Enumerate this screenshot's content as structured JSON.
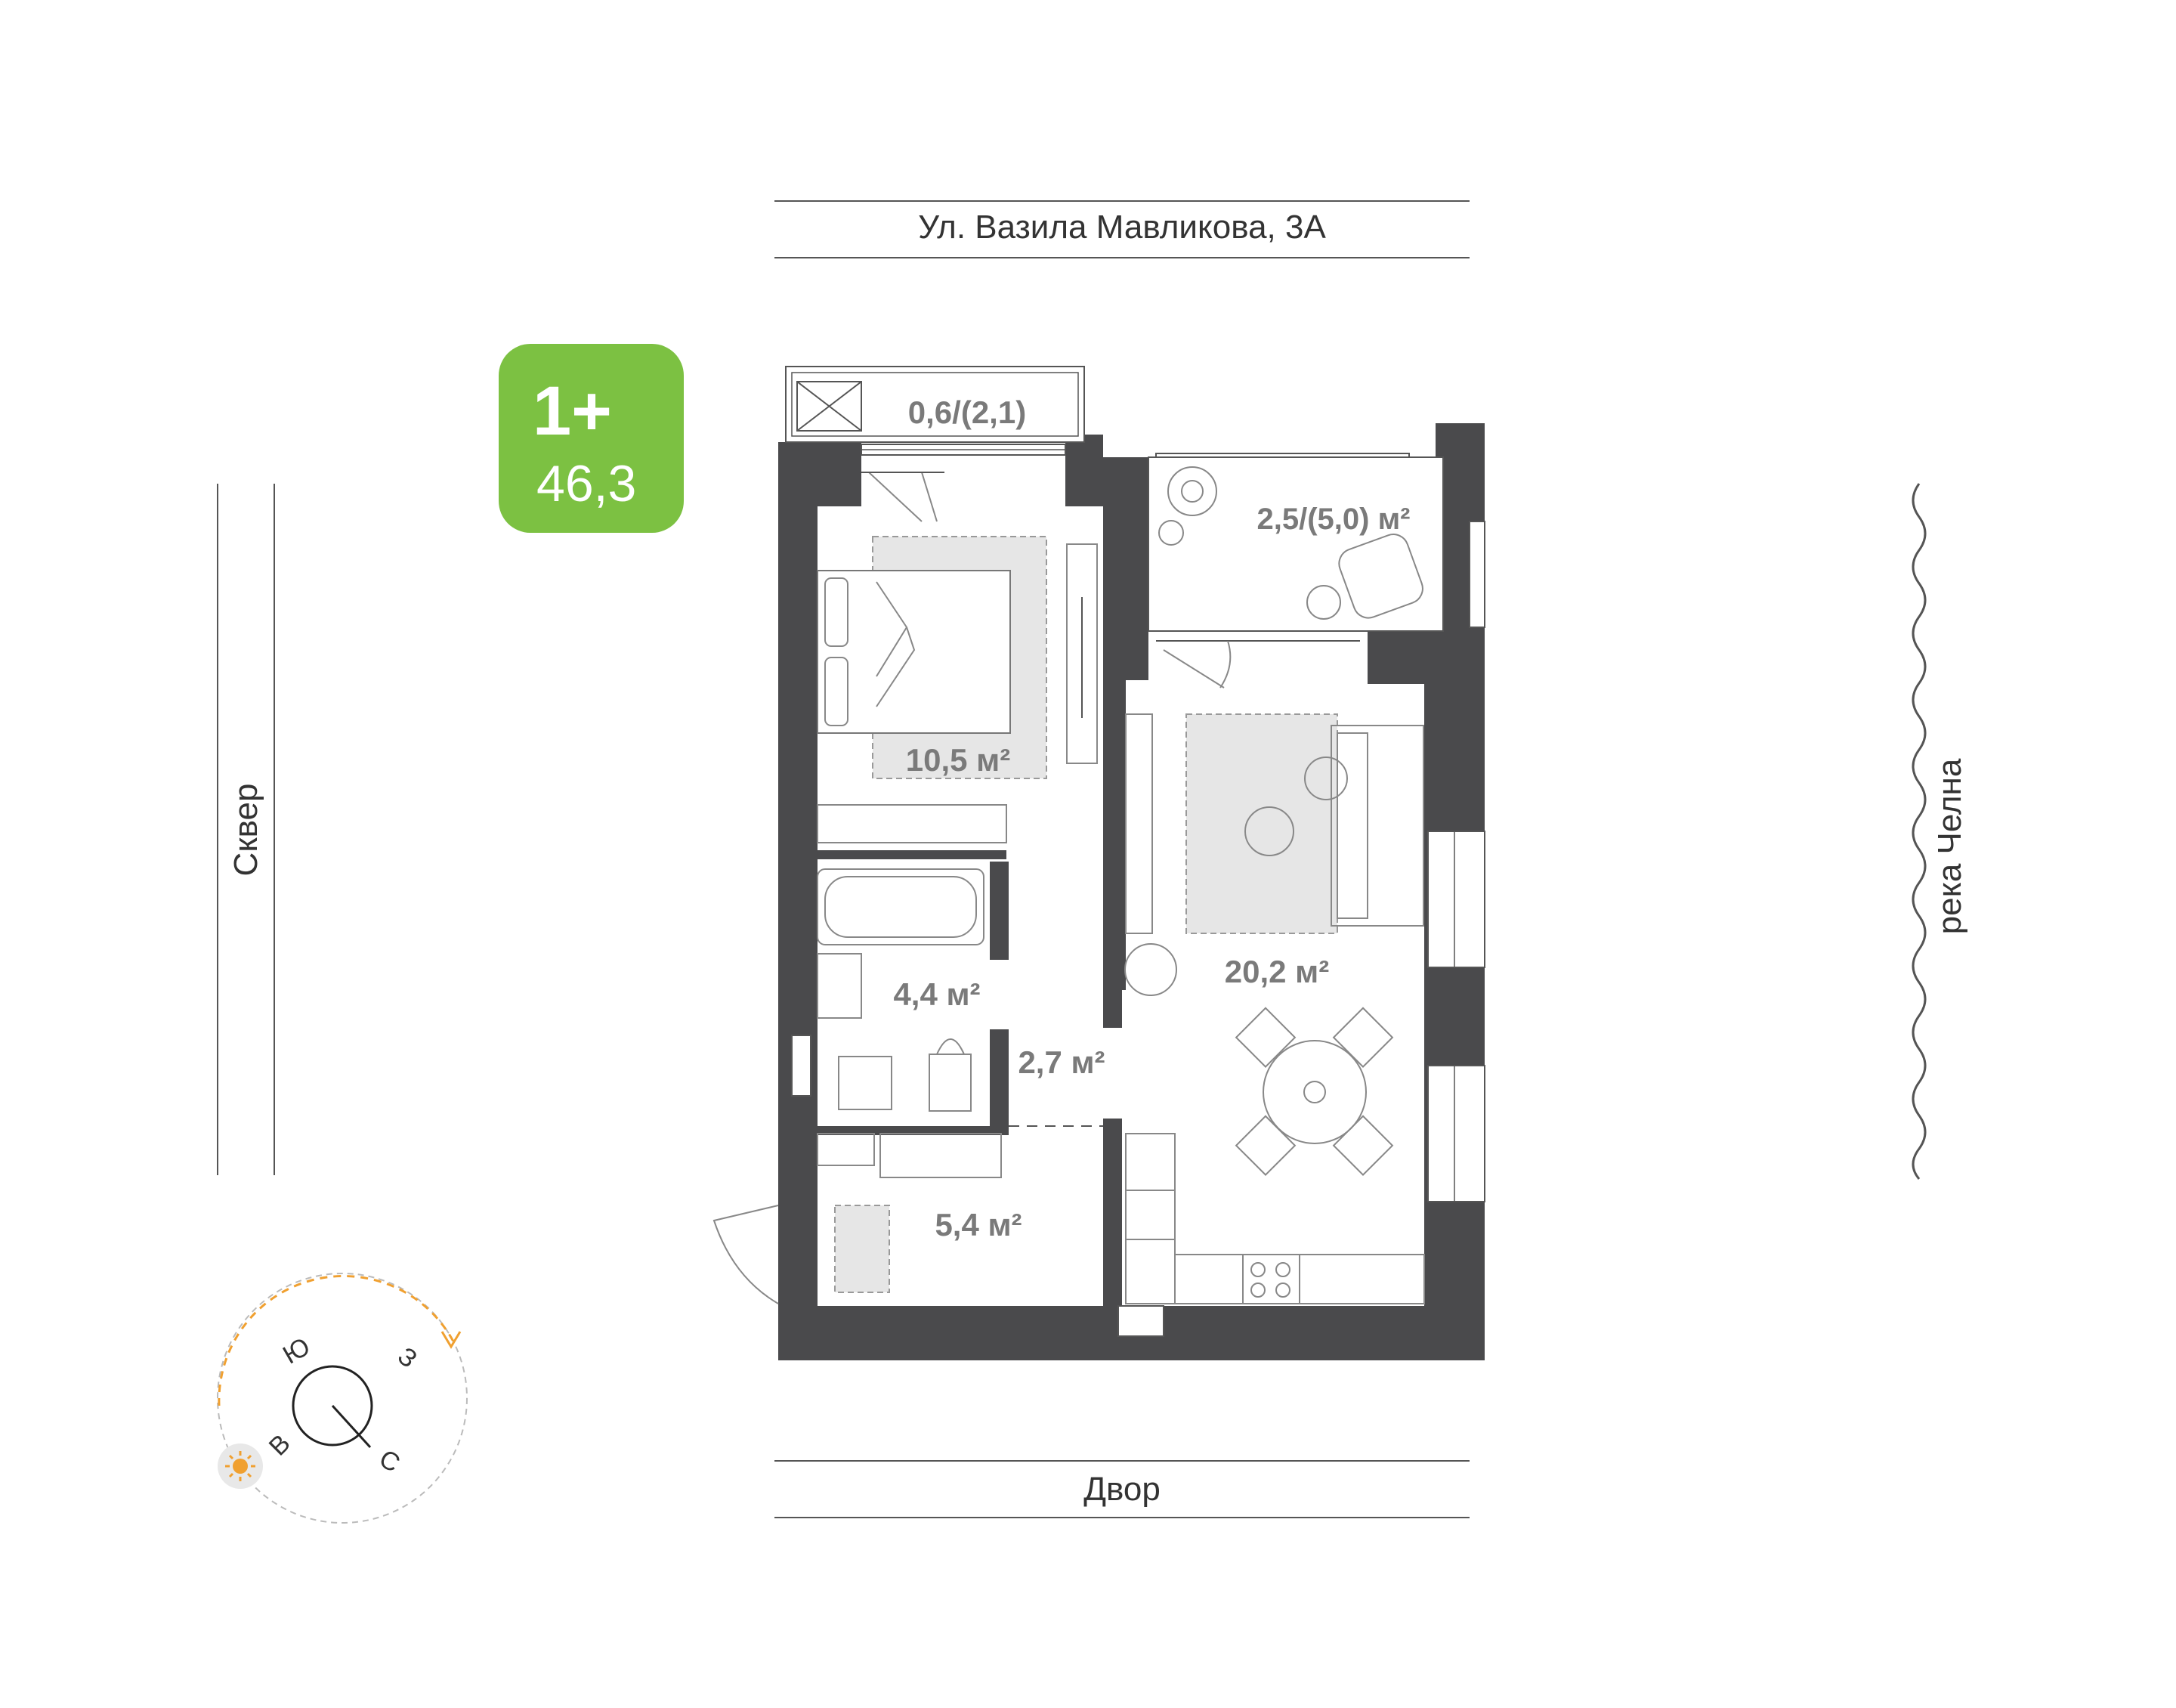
{
  "street_top": "Ул. Вазила Мавликова, 3А",
  "street_bottom": "Двор",
  "left_label": "Сквер",
  "right_label": "река Челна",
  "badge": {
    "rooms": "1+",
    "total_area": "46,3",
    "color": "#7cc142"
  },
  "rooms": {
    "balcony_small": "0,6/(2,1)",
    "loggia": "2,5/(5,0) м²",
    "bedroom": "10,5 м²",
    "living": "20,2 м²",
    "bath": "4,4 м²",
    "corridor": "2,7 м²",
    "hall": "5,4 м²"
  },
  "compass": {
    "south": "Ю",
    "west": "З",
    "east": "В",
    "north": "С",
    "sun_color": "#f0a030"
  }
}
